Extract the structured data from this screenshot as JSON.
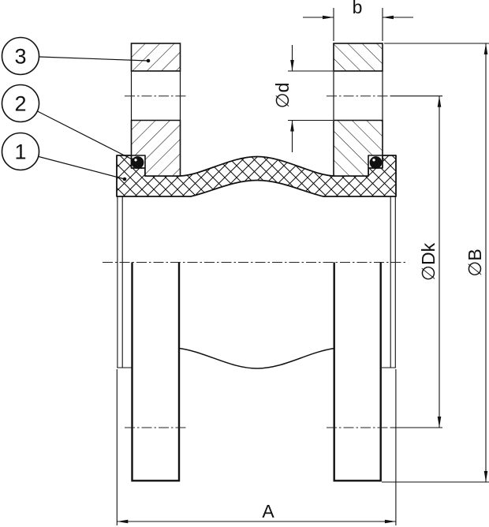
{
  "drawing": {
    "kind": "technical-section-drawing",
    "view": "half-section of flanged rubber expansion joint"
  },
  "colors": {
    "line": "#111111",
    "background": "#ffffff"
  },
  "callouts": {
    "item1": "1",
    "item2": "2",
    "item3": "3"
  },
  "dimensions": {
    "flange_thickness": "b",
    "bolt_hole_diameter": "∅d",
    "bolt_circle_diameter": "∅Dk",
    "flange_outer_diameter": "∅B",
    "overall_length": "A"
  }
}
